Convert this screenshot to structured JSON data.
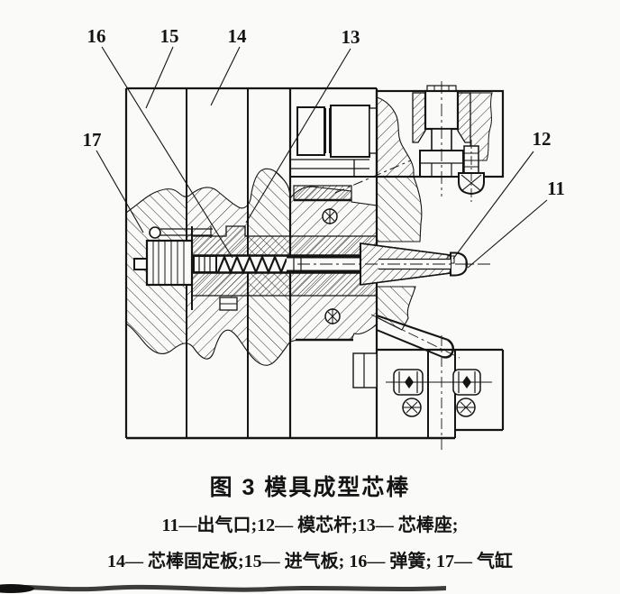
{
  "figure": {
    "title": "图 3  模具成型芯棒",
    "legend_line1": "11—出气口;12— 模芯杆;13— 芯棒座;",
    "legend_line2": "14— 芯棒固定板;15— 进气板; 16— 弹簧; 17— 气缸",
    "parts": [
      {
        "num": "11",
        "name": "出气口"
      },
      {
        "num": "12",
        "name": "模芯杆"
      },
      {
        "num": "13",
        "name": "芯棒座"
      },
      {
        "num": "14",
        "name": "芯棒固定板"
      },
      {
        "num": "15",
        "name": "进气板"
      },
      {
        "num": "16",
        "name": "弹簧"
      },
      {
        "num": "17",
        "name": "气缸"
      }
    ]
  },
  "callouts": {
    "c11": "11",
    "c12": "12",
    "c13": "13",
    "c14": "14",
    "c15": "15",
    "c16": "16",
    "c17": "17"
  },
  "colors": {
    "ink": "#141414",
    "paper": "#fafaf8"
  }
}
